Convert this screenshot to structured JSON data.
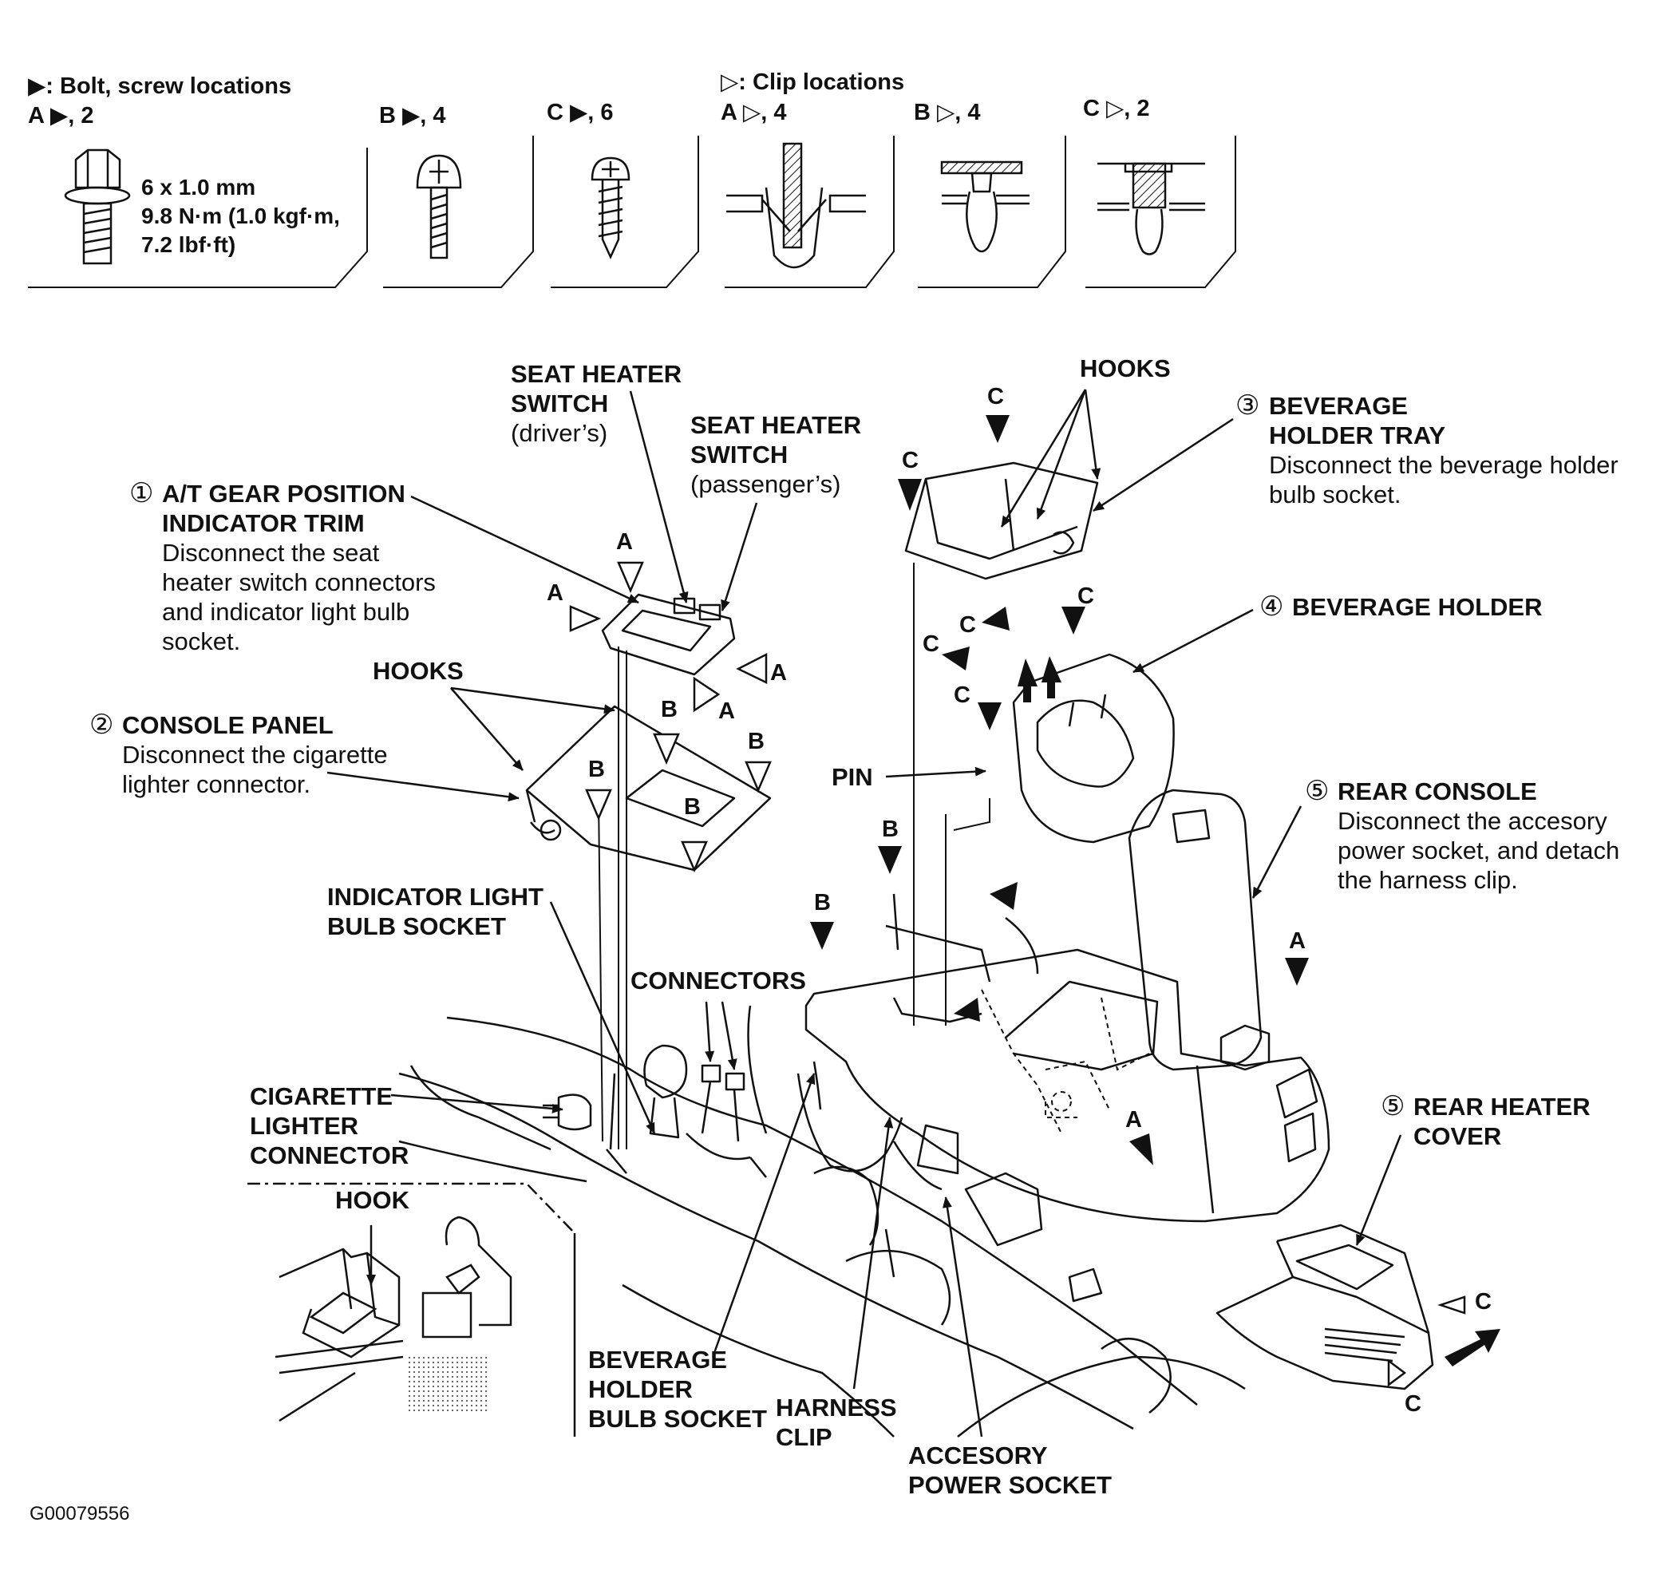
{
  "legend": {
    "bolt_heading": "▶: Bolt, screw locations",
    "clip_heading": "▷: Clip locations",
    "cells": [
      {
        "label": "A ▶, 2"
      },
      {
        "label": "B ▶, 4"
      },
      {
        "label": "C ▶, 6"
      },
      {
        "label": "A ▷, 4"
      },
      {
        "label": "B ▷, 4"
      },
      {
        "label": "C ▷, 2"
      }
    ],
    "bolt_spec": "6 x 1.0 mm\n9.8 N·m (1.0 kgf·m,\n7.2 lbf·ft)"
  },
  "callouts": {
    "seat_heater_driver": {
      "title": "SEAT HEATER\nSWITCH",
      "sub": "(driver’s)"
    },
    "seat_heater_passenger": {
      "title": "SEAT HEATER\nSWITCH",
      "sub": "(passenger’s)"
    },
    "gear_trim": {
      "num": "①",
      "title": "A/T GEAR POSITION\nINDICATOR TRIM",
      "desc": "Disconnect the seat\nheater switch connectors\nand indicator light bulb\nsocket."
    },
    "hooks_left": "HOOKS",
    "console_panel": {
      "num": "②",
      "title": "CONSOLE PANEL",
      "desc": "Disconnect the cigarette\nlighter connector."
    },
    "indicator_socket": "INDICATOR LIGHT\nBULB SOCKET",
    "connectors": "CONNECTORS",
    "cig_connector": "CIGARETTE\nLIGHTER\nCONNECTOR",
    "hook": "HOOK",
    "hooks_top": "HOOKS",
    "bev_tray": {
      "num": "③",
      "title": "BEVERAGE\nHOLDER TRAY",
      "desc": "Disconnect the beverage holder\nbulb socket."
    },
    "bev_holder": {
      "num": "④",
      "title": "BEVERAGE HOLDER"
    },
    "pin": "PIN",
    "rear_console": {
      "num": "⑤",
      "title": "REAR CONSOLE",
      "desc": "Disconnect the accesory\npower socket, and detach\nthe harness clip."
    },
    "rear_heater": {
      "num": "⑤",
      "title": "REAR HEATER\nCOVER"
    },
    "bev_socket": "BEVERAGE\nHOLDER\nBULB SOCKET",
    "harness_clip": "HARNESS\nCLIP",
    "acc_socket": "ACCESORY\nPOWER SOCKET"
  },
  "clip_letters": [
    "A",
    "A",
    "A",
    "A",
    "B",
    "B",
    "B",
    "B",
    "C",
    "C",
    "C",
    "C",
    "C",
    "C",
    "B",
    "B",
    "A",
    "A",
    "C",
    "C"
  ],
  "figure_id": "G00079556"
}
